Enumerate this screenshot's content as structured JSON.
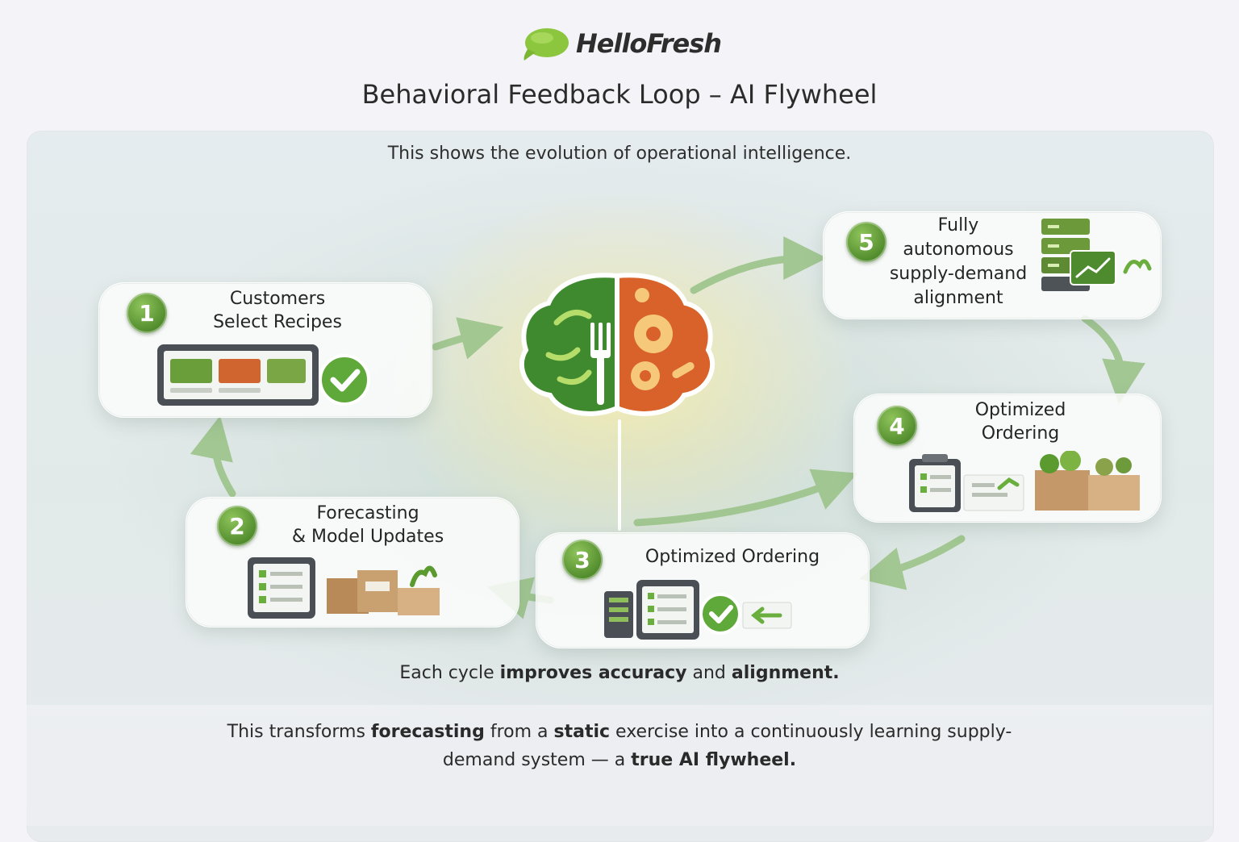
{
  "brand": {
    "name": "HelloFresh"
  },
  "title": "Behavioral Feedback Loop – AI Flywheel",
  "subtitle": "This shows the evolution of operational intelligence.",
  "steps": [
    {
      "number": "1",
      "label_line1": "Customers",
      "label_line2": "Select Recipes"
    },
    {
      "number": "2",
      "label_line1": "Forecasting",
      "label_line2": "& Model Updates"
    },
    {
      "number": "3",
      "label_line1": "Optimized Ordering"
    },
    {
      "number": "4",
      "label_line1": "Optimized",
      "label_line2": "Ordering"
    },
    {
      "number": "5",
      "label_line1": "Fully",
      "label_line2": "autonomous",
      "label_line3": "supply-demand",
      "label_line4": "alignment"
    }
  ],
  "caption": {
    "part1": "Each cycle ",
    "bold1": "improves accuracy",
    "part2": " and ",
    "bold2": "alignment."
  },
  "summary": {
    "part1": "This transforms ",
    "bold1": "forecasting",
    "part2": " from a ",
    "bold2": "static",
    "part3": " exercise into a continuously learning supply-demand system — a ",
    "bold3": "true AI flywheel."
  },
  "colors": {
    "brand_green": "#5a9a2e",
    "brain_orange": "#d9622a",
    "arrow_green": "#9cc48a"
  }
}
